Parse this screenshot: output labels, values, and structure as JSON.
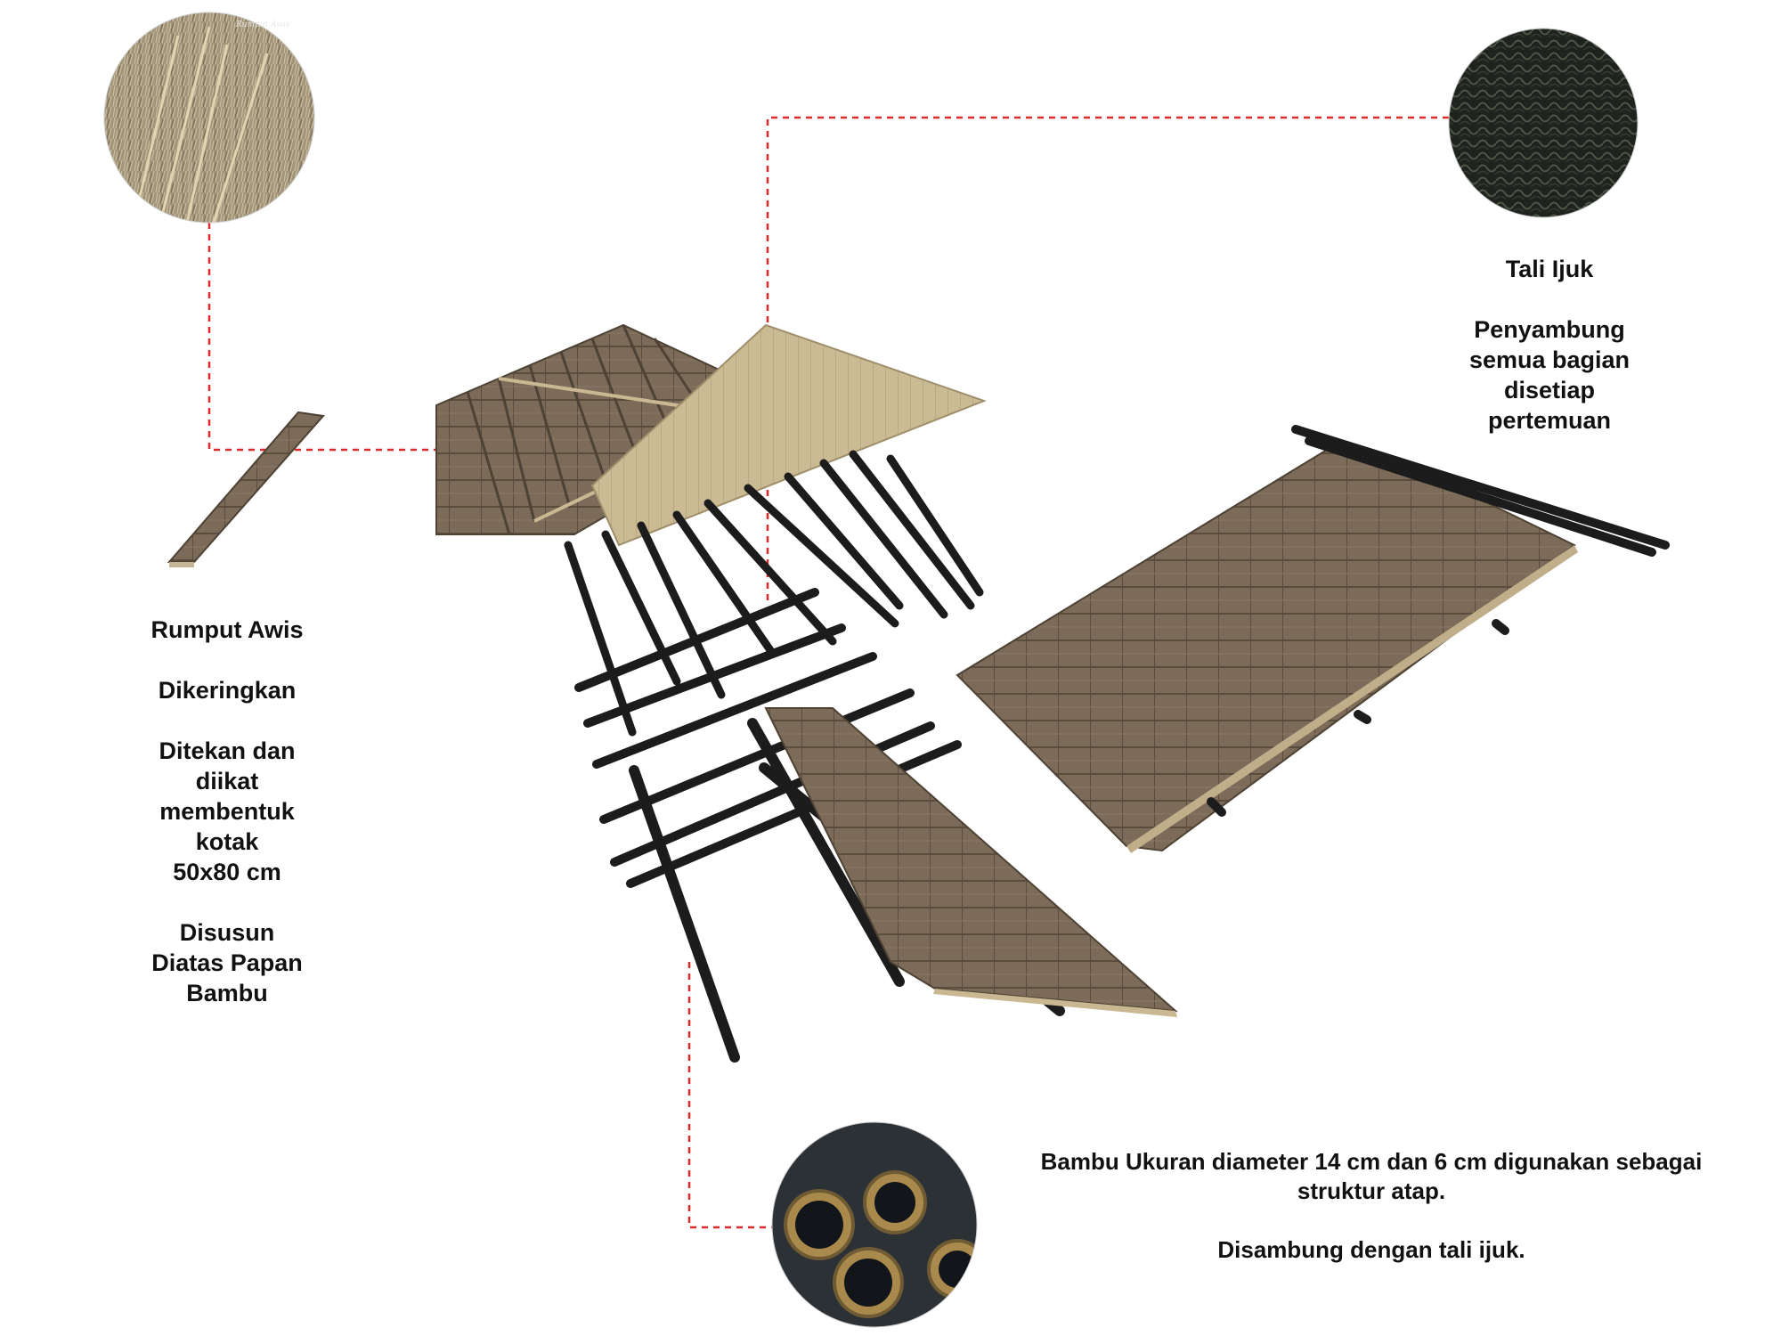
{
  "colors": {
    "leader_line": "#dd2a2a",
    "grass_panel": "#7a6a58",
    "board": "#c9b891",
    "bamboo_pole": "#1c1c1c",
    "text": "#111111"
  },
  "icons": [
    "dried-grass-photo",
    "ijuk-rope-photo",
    "bamboo-photo"
  ],
  "labels": {
    "grass": "Rumput Awis\n\nDikeringkan\n\nDitekan dan\ndiikat\nmembentuk\nkotak\n50x80 cm\n\nDisusun\nDiatas Papan\nBambu",
    "rope": "Tali Ijuk\n\nPenyambung\nsemua bagian\ndisetiap\npertemuan",
    "bamboo": "Bambu Ukuran diameter 14 cm dan 6 cm digunakan sebagai\nstruktur atap.\n\nDisambung dengan tali ijuk."
  },
  "watermark": "Rumput Awis"
}
